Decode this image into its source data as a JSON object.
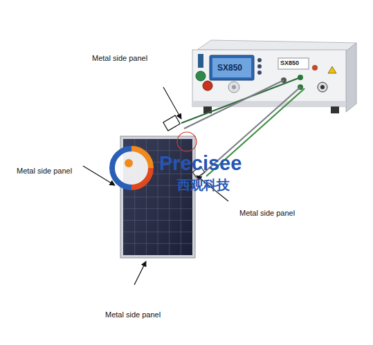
{
  "diagram": {
    "labels": [
      "Metal side panel",
      "SX850",
      "SX850",
      "Metal side panel",
      "Precisee",
      "西观科技",
      "Metal side panel",
      "Metal side panel"
    ]
  }
}
